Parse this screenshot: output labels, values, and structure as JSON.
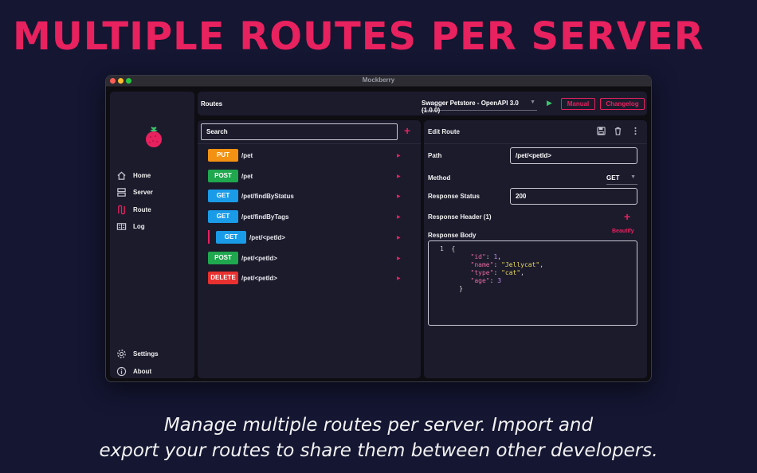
{
  "headline": "MULTIPLE ROUTES PER SERVER",
  "caption": {
    "line1": "Manage multiple routes per server. Import and",
    "line2": "export your routes to share them between other developers."
  },
  "window": {
    "title": "Mockberry",
    "traffic_light_colors": [
      "#ff5f57",
      "#febc2e",
      "#28c840"
    ]
  },
  "sidebar": {
    "logo_icon": "raspberry-icon",
    "items": [
      {
        "label": "Home",
        "icon": "home-icon"
      },
      {
        "label": "Server",
        "icon": "server-icon"
      },
      {
        "label": "Route",
        "icon": "route-icon"
      },
      {
        "label": "Log",
        "icon": "log-icon"
      }
    ],
    "bottom_items": [
      {
        "label": "Settings",
        "icon": "gear-icon"
      },
      {
        "label": "About",
        "icon": "info-icon"
      }
    ]
  },
  "topbar": {
    "title": "Routes",
    "server_select": "Swagger Petstore - OpenAPI 3.0 (1.0.0)",
    "manual_label": "Manual",
    "changelog_label": "Changelog"
  },
  "routes": {
    "search_placeholder": "Search",
    "items": [
      {
        "method": "PUT",
        "path": "/pet",
        "color": "#f39212"
      },
      {
        "method": "POST",
        "path": "/pet",
        "color": "#1fa84e"
      },
      {
        "method": "GET",
        "path": "/pet/findByStatus",
        "color": "#1a9be8"
      },
      {
        "method": "GET",
        "path": "/pet/findByTags",
        "color": "#1a9be8"
      },
      {
        "method": "GET",
        "path": "/pet/<petId>",
        "color": "#1a9be8",
        "selected": true
      },
      {
        "method": "POST",
        "path": "/pet/<petId>",
        "color": "#1fa84e"
      },
      {
        "method": "DELETE",
        "path": "/pet/<petId>",
        "color": "#e8312f"
      }
    ]
  },
  "edit": {
    "title": "Edit Route",
    "path_label": "Path",
    "path_value": "/pet/<petId>",
    "method_label": "Method",
    "method_value": "GET",
    "status_label": "Response Status",
    "status_value": "200",
    "header_label": "Response Header (1)",
    "body_label": "Response Body",
    "beautify_label": "Beautify",
    "body_line_number": "1",
    "body": {
      "open": "{",
      "close": "}",
      "entries": [
        {
          "key": "\"id\"",
          "value": "1",
          "kind": "number",
          "sep": ","
        },
        {
          "key": "\"name\"",
          "value": "\"Jellycat\"",
          "kind": "string",
          "sep": ","
        },
        {
          "key": "\"type\"",
          "value": "\"cat\"",
          "kind": "string",
          "sep": ","
        },
        {
          "key": "\"age\"",
          "value": "3",
          "kind": "number",
          "sep": ""
        }
      ]
    }
  },
  "colors": {
    "accent": "#e8215f",
    "background": "#141632",
    "panel": "#1c1b2c"
  }
}
